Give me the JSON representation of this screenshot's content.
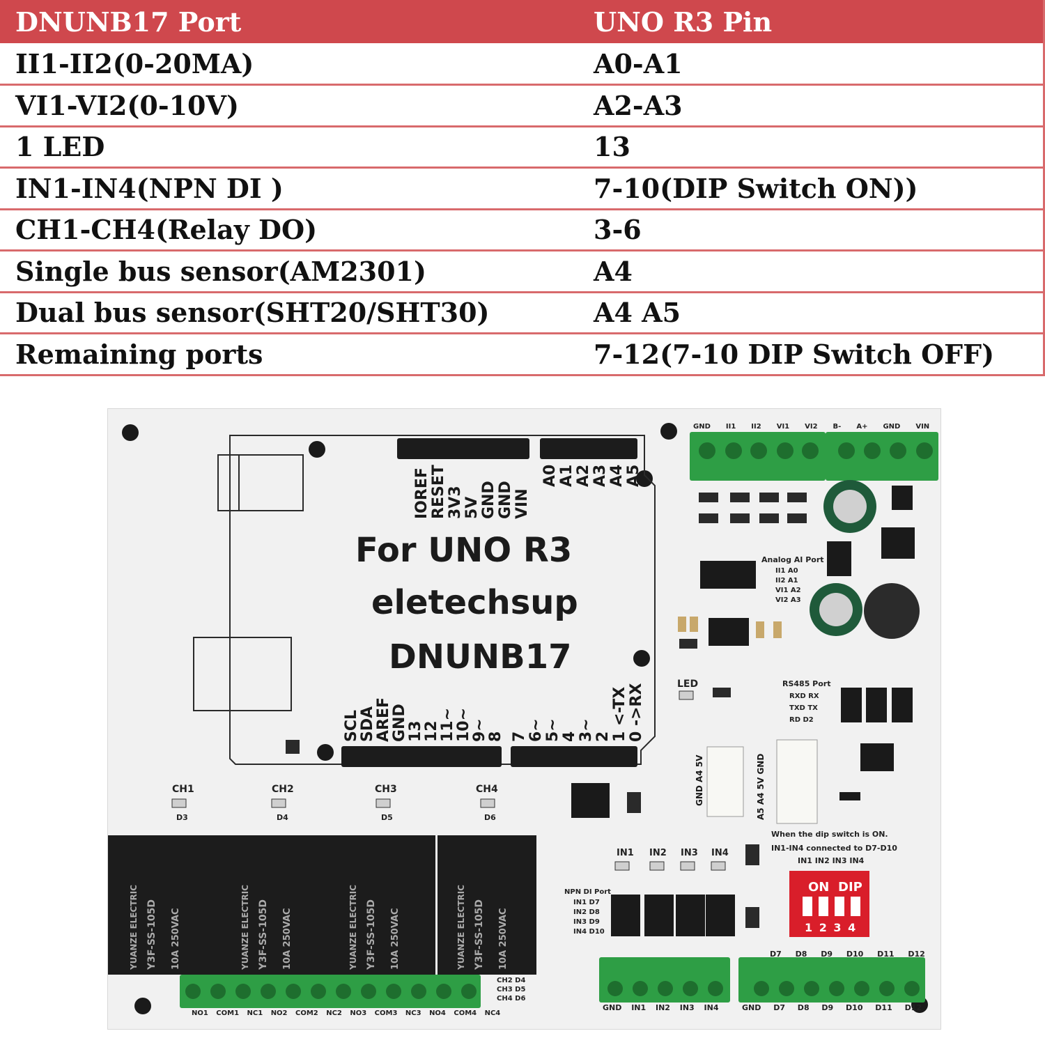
{
  "table": {
    "headers": [
      "DNUNB17 Port",
      "UNO R3 Pin"
    ],
    "rows": [
      [
        "II1-II2(0-20MA)",
        "A0-A1"
      ],
      [
        "VI1-VI2(0-10V)",
        "A2-A3"
      ],
      [
        "1 LED",
        "13"
      ],
      [
        "IN1-IN4(NPN DI )",
        "7-10(DIP Switch ON))"
      ],
      [
        "CH1-CH4(Relay DO)",
        "3-6"
      ],
      [
        "Single bus sensor(AM2301)",
        "A4"
      ],
      [
        "Dual bus sensor(SHT20/SHT30)",
        "A4 A5"
      ],
      [
        "Remaining ports",
        "7-12(7-10 DIP Switch OFF)"
      ]
    ]
  },
  "board": {
    "title1": "For UNO R3",
    "title2": "eletechsup",
    "title3": "DNUNB17",
    "top_header_pins": [
      "IOREF",
      "RESET",
      "3V3",
      "5V",
      "GND",
      "GND",
      "VIN"
    ],
    "analog_pins": [
      "A0",
      "A1",
      "A2",
      "A3",
      "A4",
      "A5"
    ],
    "digital_pins_left": [
      "SCL",
      "SDA",
      "AREF",
      "GND",
      "13",
      "12",
      "11~",
      "10~",
      "9~",
      "8"
    ],
    "digital_pins_right": [
      "7",
      "6~",
      "5~",
      "4",
      "3~",
      "2",
      "1 <-TX",
      "0 ->RX"
    ],
    "relay_leds": [
      "CH1",
      "CH2",
      "CH3",
      "CH4"
    ],
    "relay_led_refs": [
      "D3",
      "D4",
      "D5",
      "D6"
    ],
    "relay_model": "Y3F-SS-105D",
    "relay_rating": "10A 250VAC",
    "relay_brand": "YUANZE ELECTRIC",
    "top_terminal_labels": [
      "GND",
      "II1",
      "II2",
      "VI1",
      "VI2",
      "B-",
      "A+",
      "GND",
      "VIN"
    ],
    "analog_port_label": "Analog AI Port",
    "analog_port_lines": [
      "II1 A0",
      "II2 A1",
      "VI1 A2",
      "VI2 A3"
    ],
    "rs485_label": "RS485 Port",
    "rs485_lines": [
      "RXD RX",
      "TXD TX",
      "RD D2"
    ],
    "led_label": "LED",
    "sensor1_label": "GND A4 5V",
    "sensor2_label": "A5 A4 5V GND",
    "dip_note1": "When the dip switch is ON.",
    "dip_note2": "IN1-IN4 connected to D7-D10",
    "dip_note3": "IN1 IN2 IN3 IN4",
    "dip_on": "ON",
    "dip_dip": "DIP",
    "dip_numbers": "1 2 3 4",
    "npn_label": "NPN DI Port",
    "npn_lines": [
      "IN1 D7",
      "IN2 D8",
      "IN3 D9",
      "IN4 D10"
    ],
    "input_leds": [
      "IN1",
      "IN2",
      "IN3",
      "IN4"
    ],
    "bottom_terminal_a": "GND IN1 IN2 IN3 IN4",
    "bottom_terminal_b": "GND D7 D8 D9 D10 D11 D12",
    "bottom_d_labels": "D7 D8 D9 D10 D11 D12",
    "relay_terminal_labels": "NO1 COM1 NC1 NO2 COM2 NC2 NO3 COM3 NC3 NO4 COM4 NC4",
    "ch_map": [
      "CH2 D4",
      "CH3 D5",
      "CH4 D6"
    ]
  }
}
